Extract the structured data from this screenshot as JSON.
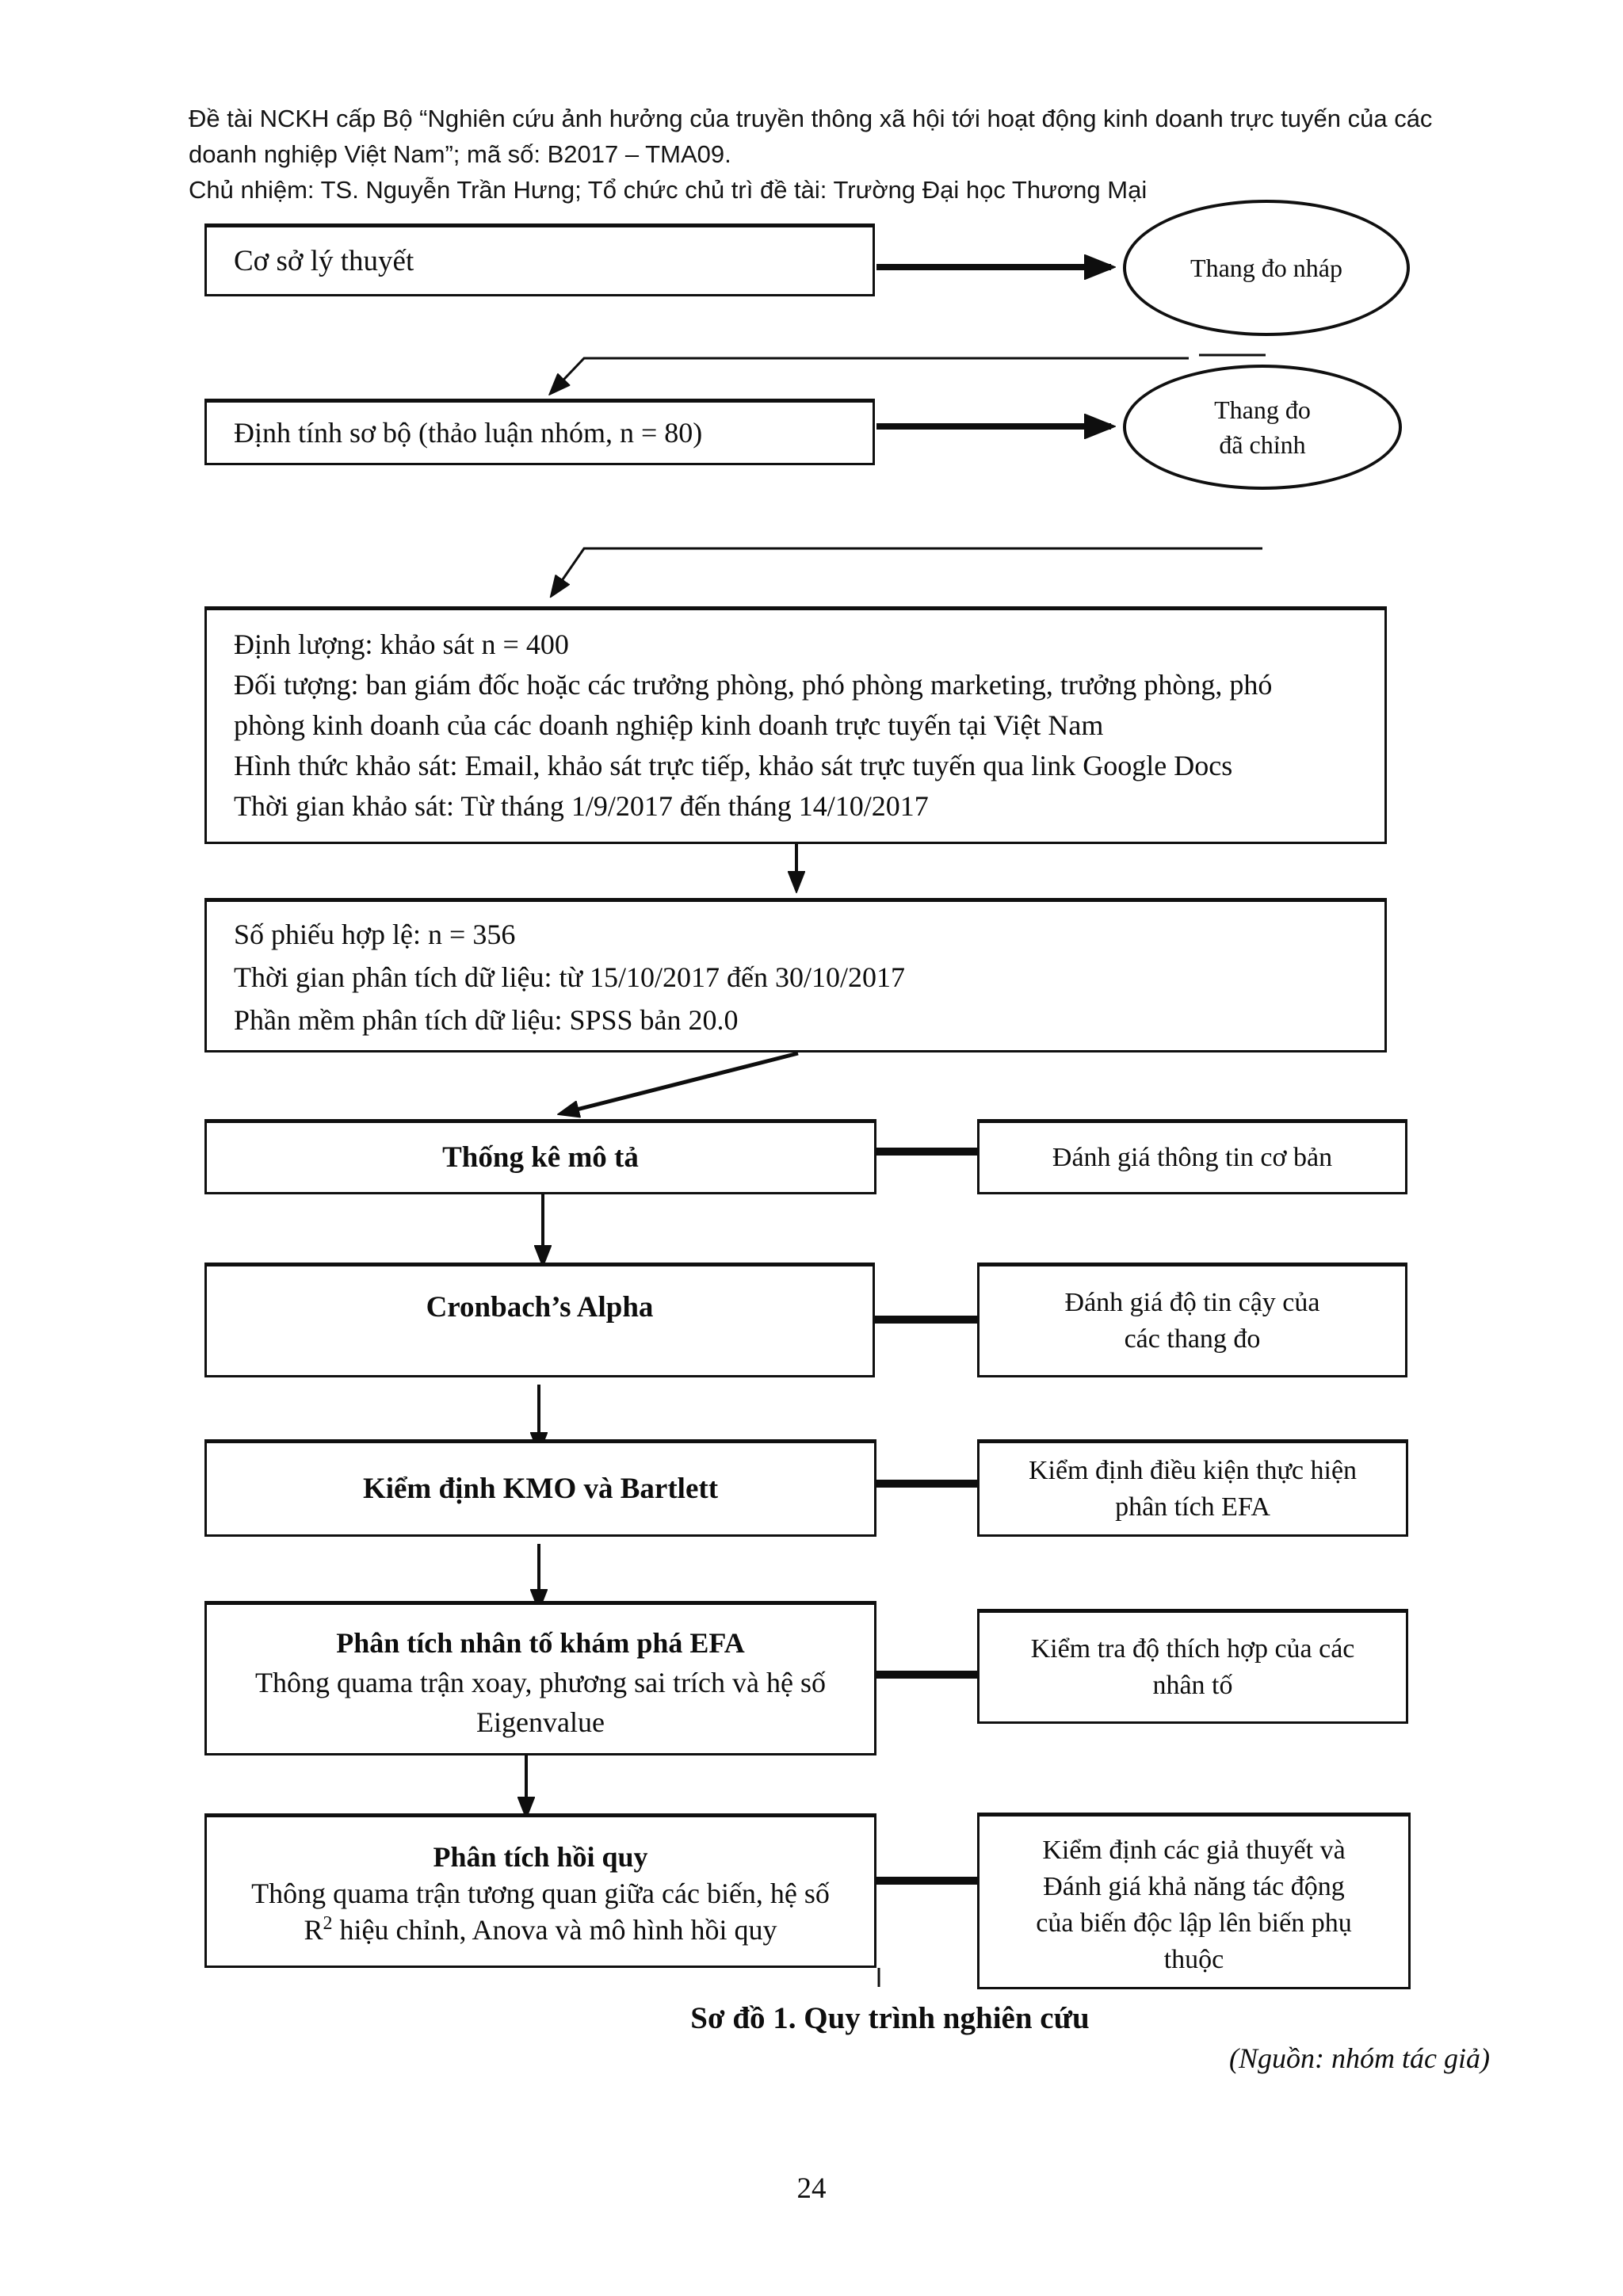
{
  "header": {
    "line1": "Đề tài NCKH cấp Bộ “Nghiên cứu ảnh hưởng của truyền thông xã hội tới hoạt động kinh doanh trực tuyến của các",
    "line2": "doanh nghiệp Việt Nam”; mã số: B2017 – TMA09.",
    "line3": "Chủ nhiệm: TS. Nguyễn Trần Hưng; Tổ chức chủ trì đề tài: Trường Đại học Thương Mại"
  },
  "flowchart": {
    "box_theory": {
      "label": "Cơ sở lý thuyết"
    },
    "ellipse_draft": {
      "label": "Thang đo nháp"
    },
    "box_qualitative": {
      "label": "Định tính sơ bộ (thảo luận nhóm, n = 80)"
    },
    "ellipse_adjusted": {
      "line1": "Thang đo",
      "line2": "đã chỉnh"
    },
    "box_quantitative": {
      "line1": "Định lượng: khảo sát n = 400",
      "line2": "Đối tượng: ban giám đốc hoặc các trưởng phòng, phó phòng marketing, trưởng phòng, phó",
      "line3": "phòng kinh doanh của các doanh nghiệp kinh doanh trực tuyến tại Việt Nam",
      "line4": "Hình thức khảo sát: Email, khảo sát trực tiếp, khảo sát trực tuyến qua link Google Docs",
      "line5": "Thời gian khảo sát: Từ tháng 1/9/2017 đến tháng 14/10/2017"
    },
    "box_valid": {
      "line1": "Số phiếu hợp lệ: n = 356",
      "line2": "Thời gian phân tích dữ liệu: từ 15/10/2017 đến 30/10/2017",
      "line3": "Phần mềm phân tích dữ liệu: SPSS bản 20.0"
    },
    "box_descriptive": {
      "title": "Thống kê mô tả"
    },
    "note_descriptive": {
      "label": "Đánh giá thông tin cơ bản"
    },
    "box_cronbach": {
      "title": "Cronbach’s Alpha"
    },
    "note_cronbach": {
      "line1": "Đánh giá độ tin cậy của",
      "line2": "các thang đo"
    },
    "box_kmo": {
      "title": "Kiểm định KMO và Bartlett"
    },
    "note_kmo": {
      "line1": "Kiểm định điều kiện thực hiện",
      "line2": "phân tích EFA"
    },
    "box_efa": {
      "title": "Phân tích nhân tố khám phá EFA",
      "line1": "Thông quama trận xoay, phương sai trích và hệ số",
      "line2": "Eigenvalue"
    },
    "note_efa": {
      "line1": "Kiểm tra độ thích hợp của các",
      "line2": "nhân tố"
    },
    "box_regression": {
      "title": "Phân tích hồi quy",
      "line1": "Thông quama trận tương quan giữa các biến, hệ số",
      "r_base": "R",
      "r_sup": "2",
      "r_rest": " hiệu chỉnh, Anova và mô hình hồi quy"
    },
    "note_regression": {
      "line1": "Kiểm định các giả thuyết và",
      "line2": "Đánh giá khả năng tác động",
      "line3": "của biến độc lập lên biến phụ",
      "line4": "thuộc"
    }
  },
  "caption": "Sơ đồ 1. Quy trình nghiên cứu",
  "source": "(Nguồn: nhóm tác giả)",
  "page_number": "24"
}
